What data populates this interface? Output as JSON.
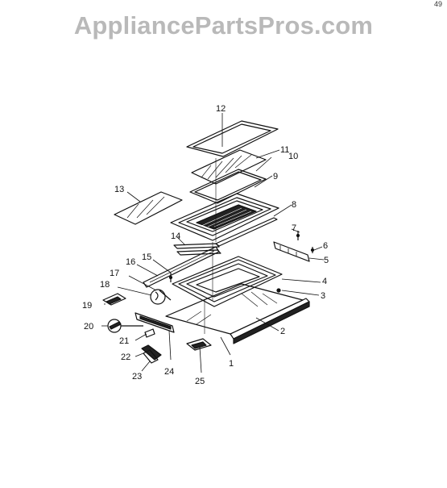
{
  "watermark": "AppliancePartsPros.com",
  "corner_mark": "49",
  "callouts": [
    "12",
    "11",
    "10",
    "9",
    "13",
    "8",
    "7",
    "6",
    "5",
    "14",
    "15",
    "16",
    "17",
    "18",
    "4",
    "3",
    "19",
    "2",
    "20",
    "21",
    "1",
    "22",
    "23",
    "24",
    "25"
  ]
}
